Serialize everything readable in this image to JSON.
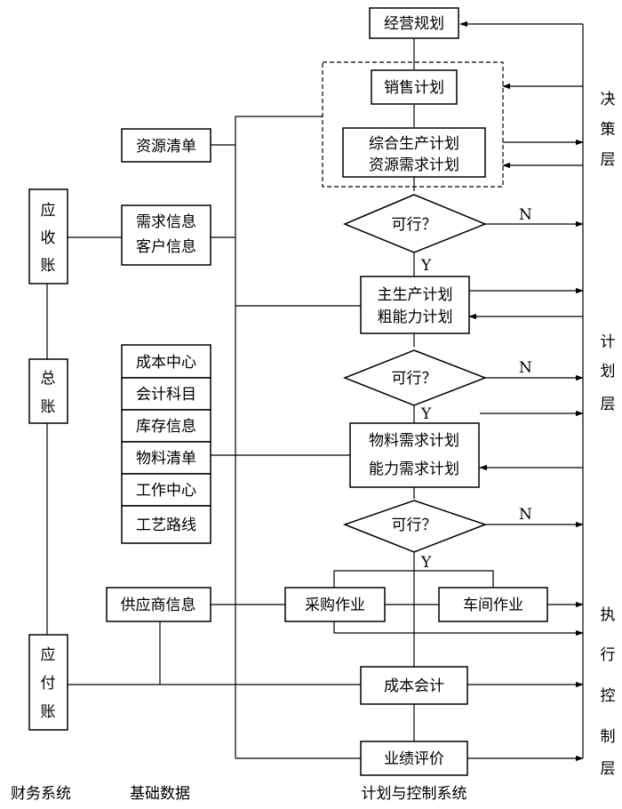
{
  "planning": {
    "business_plan": "经营规划",
    "sales_plan": "销售计划",
    "aggregate_plan": [
      "综合生产计划",
      "资源需求计划"
    ],
    "decision1": "可行？",
    "mps": [
      "主生产计划",
      "粗能力计划"
    ],
    "decision2": "可行？",
    "mrp": [
      "物料需求计划",
      "能力需求计划"
    ],
    "decision3": "可行？",
    "purchasing": "采购作业",
    "workshop": "车间作业",
    "cost_accounting": "成本会计",
    "performance": "业绩评价",
    "yes": "Y",
    "no": "N"
  },
  "basic_data": {
    "resource_list": "资源清单",
    "demand_customer": [
      "需求信息",
      "客户信息"
    ],
    "stack": [
      "成本中心",
      "会计科目",
      "库存信息",
      "物料清单",
      "工作中心",
      "工艺路线"
    ],
    "supplier": "供应商信息"
  },
  "finance": {
    "receivable": [
      "应",
      "收",
      "账"
    ],
    "ledger": [
      "总",
      "账"
    ],
    "payable": [
      "应",
      "付",
      "账"
    ]
  },
  "layers": {
    "decision": [
      "决",
      "策",
      "层"
    ],
    "plan": [
      "计",
      "划",
      "层"
    ],
    "execution": [
      "执",
      "行",
      "控",
      "制",
      "层"
    ]
  },
  "footer": {
    "finance_system": "财务系统",
    "basic_data": "基础数据",
    "plan_control_system": "计划与控制系统"
  }
}
